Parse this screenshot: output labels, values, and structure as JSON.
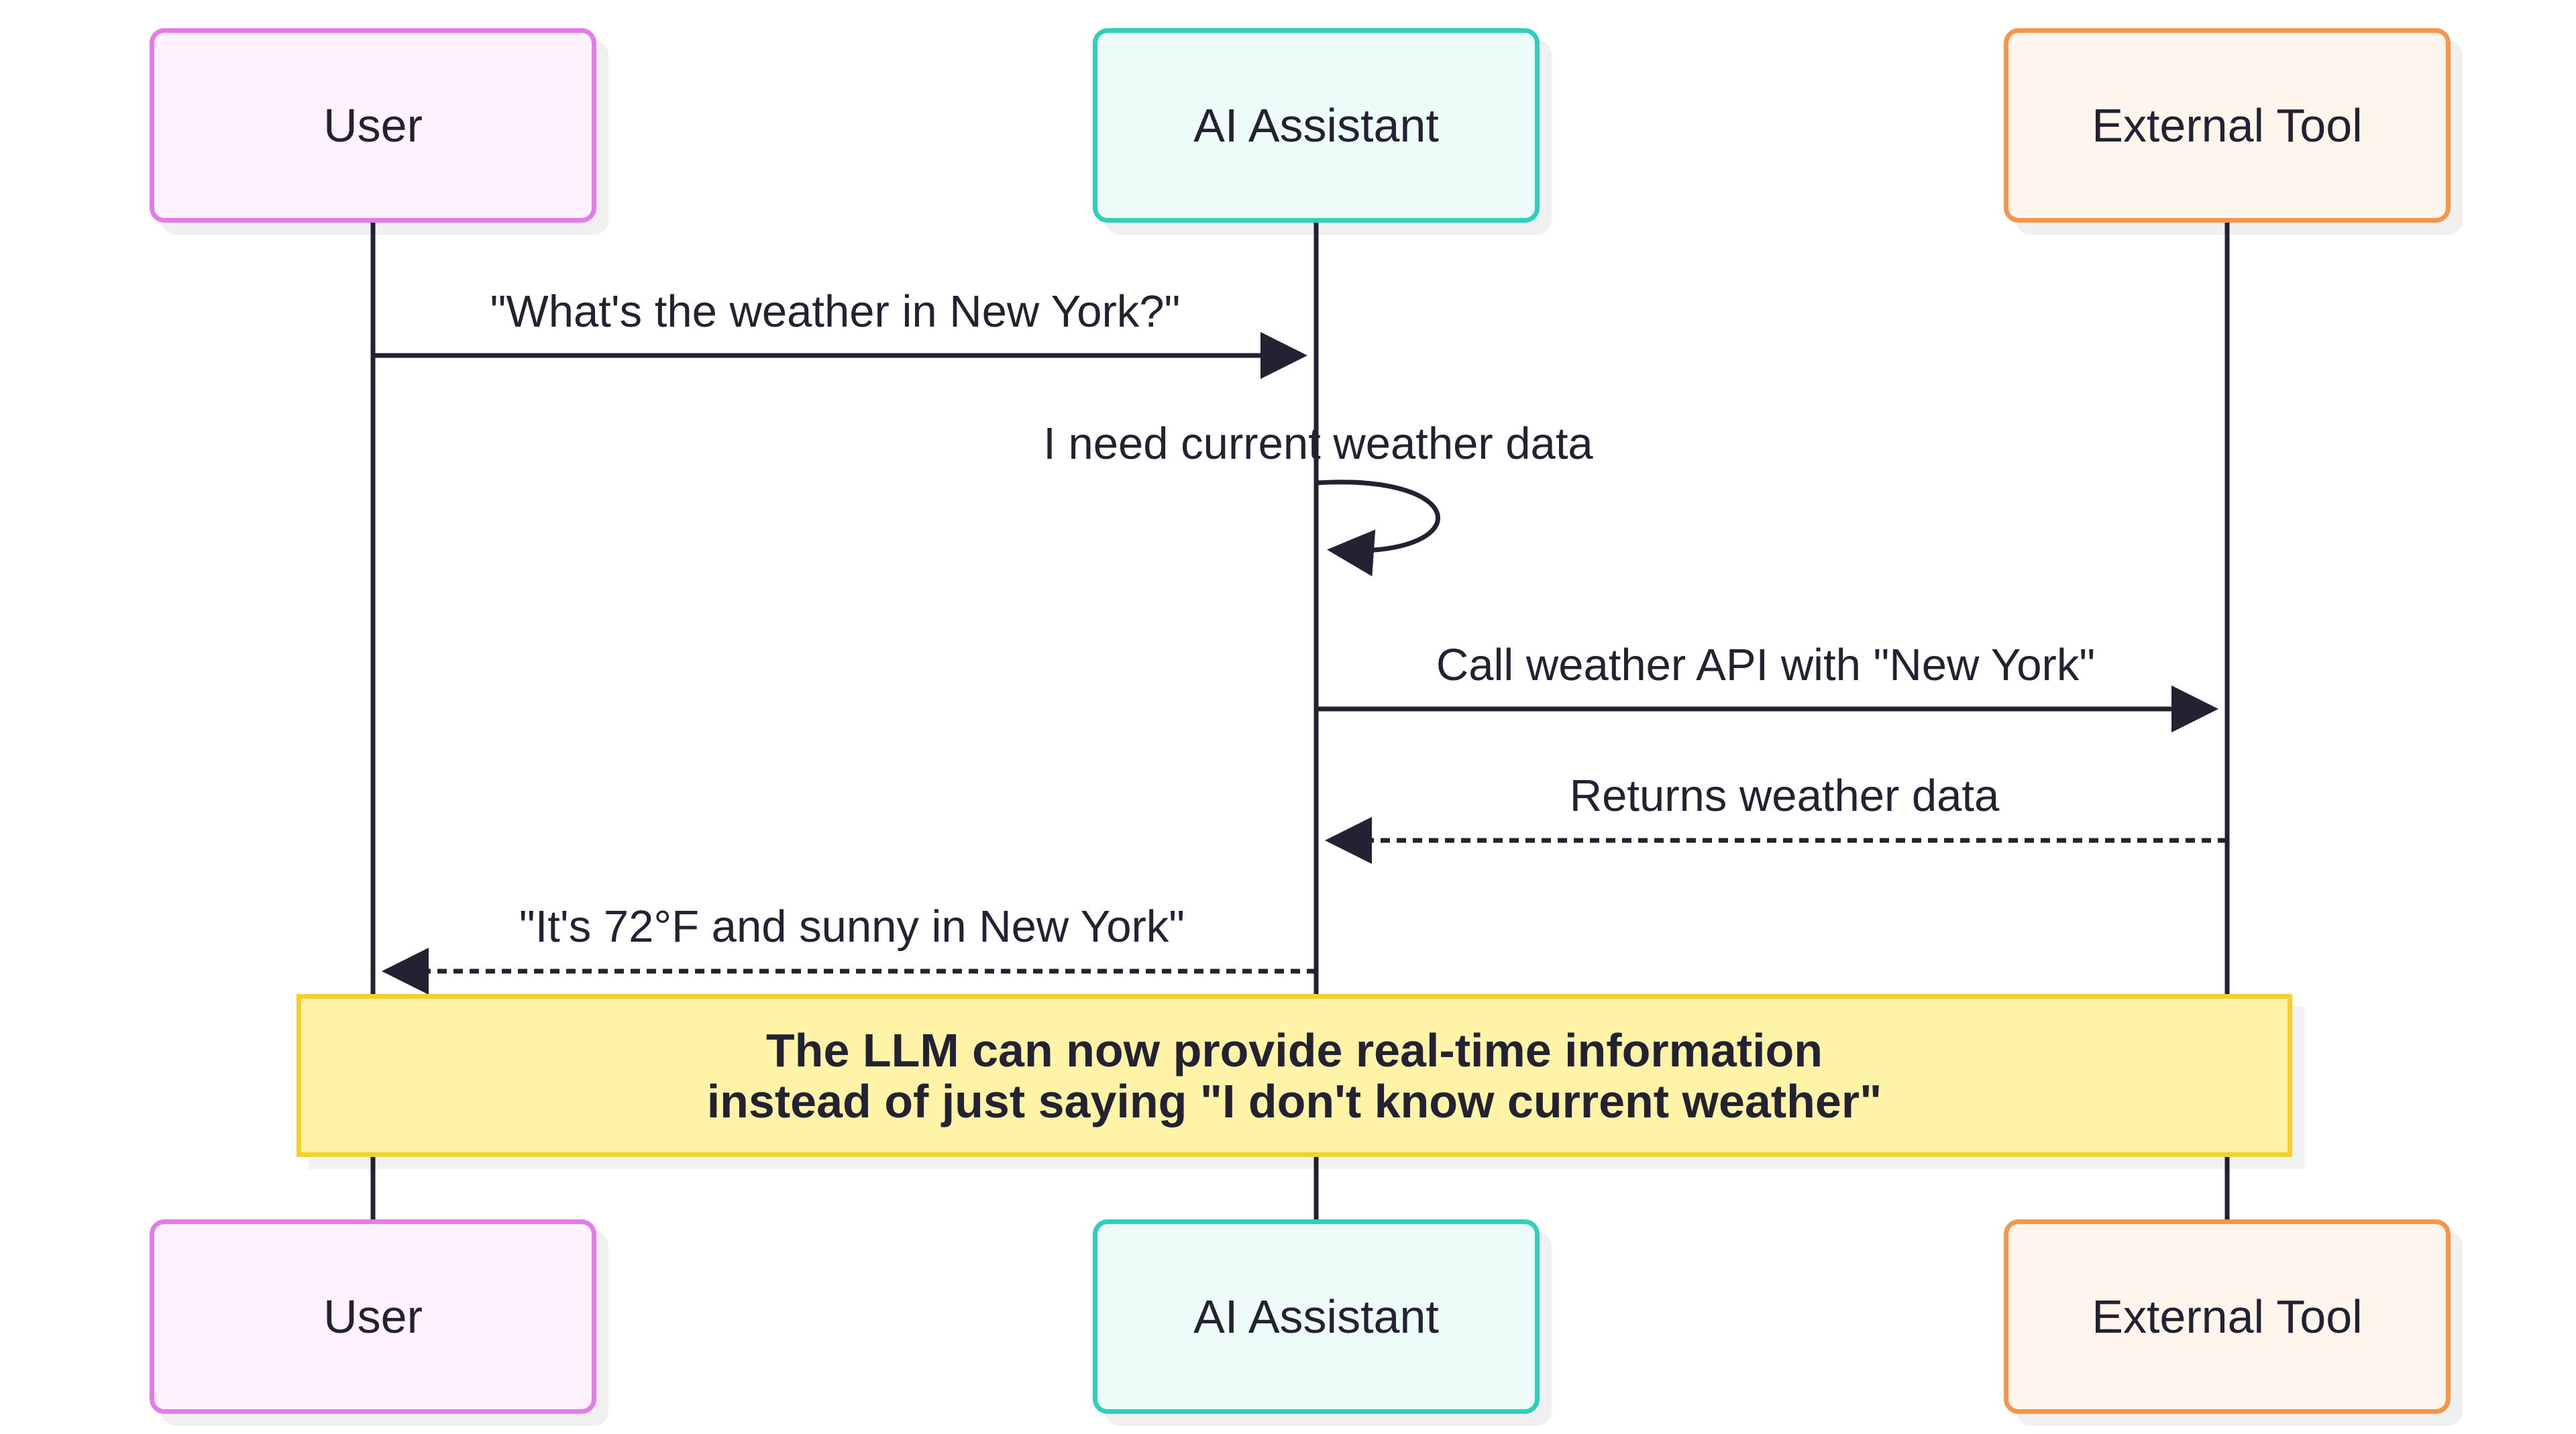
{
  "actors": {
    "user": "User",
    "assistant": "AI Assistant",
    "tool": "External Tool"
  },
  "messages": [
    {
      "from": "user",
      "to": "assistant",
      "style": "solid",
      "label": "\"What's the weather in New York?\""
    },
    {
      "from": "assistant",
      "to": "assistant",
      "style": "solid",
      "label": "I need current weather data"
    },
    {
      "from": "assistant",
      "to": "tool",
      "style": "solid",
      "label": "Call weather API with \"New York\""
    },
    {
      "from": "tool",
      "to": "assistant",
      "style": "dotted",
      "label": "Returns weather data"
    },
    {
      "from": "assistant",
      "to": "user",
      "style": "dotted",
      "label": "\"It's 72°F and sunny in New York\""
    }
  ],
  "note": {
    "line1": "The LLM can now provide real-time information",
    "line2": "instead of just saying \"I don't know current weather\""
  },
  "colors": {
    "user_border": "#e47bea",
    "assistant_border": "#2ecfbb",
    "tool_border": "#f5964a",
    "note_fill": "#fef3a7",
    "note_border": "#f5cf2e",
    "line": "#222233"
  }
}
